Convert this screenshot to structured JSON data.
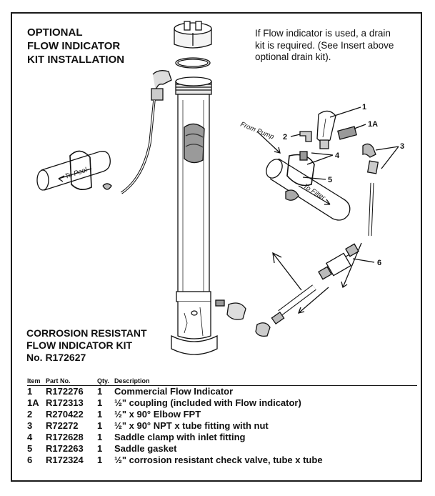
{
  "title_lines": [
    "OPTIONAL",
    "FLOW INDICATOR",
    "KIT INSTALLATION"
  ],
  "note_lines": [
    "If Flow indicator is used, a drain",
    "kit is required. (See Insert above",
    "optional drain kit)."
  ],
  "kit_lines": [
    "CORROSION RESISTANT",
    "FLOW INDICATOR KIT",
    "No. R172627"
  ],
  "callouts": {
    "c1": "1",
    "c1a": "1A",
    "c2": "2",
    "c3": "3",
    "c4": "4",
    "c5": "5",
    "c6": "6",
    "from_pump": "From Pump",
    "to_filter": "To Filter",
    "to_pool": "To Pool"
  },
  "table": {
    "headers": [
      "Item",
      "Part No.",
      "Qty.",
      "Description"
    ],
    "rows": [
      [
        "1",
        "R172276",
        "1",
        "Commercial Flow Indicator"
      ],
      [
        "1A",
        "R172313",
        "1",
        "½\" coupling (included with Flow indicator)"
      ],
      [
        "2",
        "R270422",
        "1",
        "½\" x 90° Elbow FPT"
      ],
      [
        "3",
        "R72272",
        "1",
        "½\" x 90° NPT x tube fitting with nut"
      ],
      [
        "4",
        "R172628",
        "1",
        "Saddle clamp with inlet fitting"
      ],
      [
        "5",
        "R172263",
        "1",
        "Saddle gasket"
      ],
      [
        "6",
        "R172324",
        "1",
        "½\" corrosion resistant check valve, tube x tube"
      ]
    ]
  }
}
